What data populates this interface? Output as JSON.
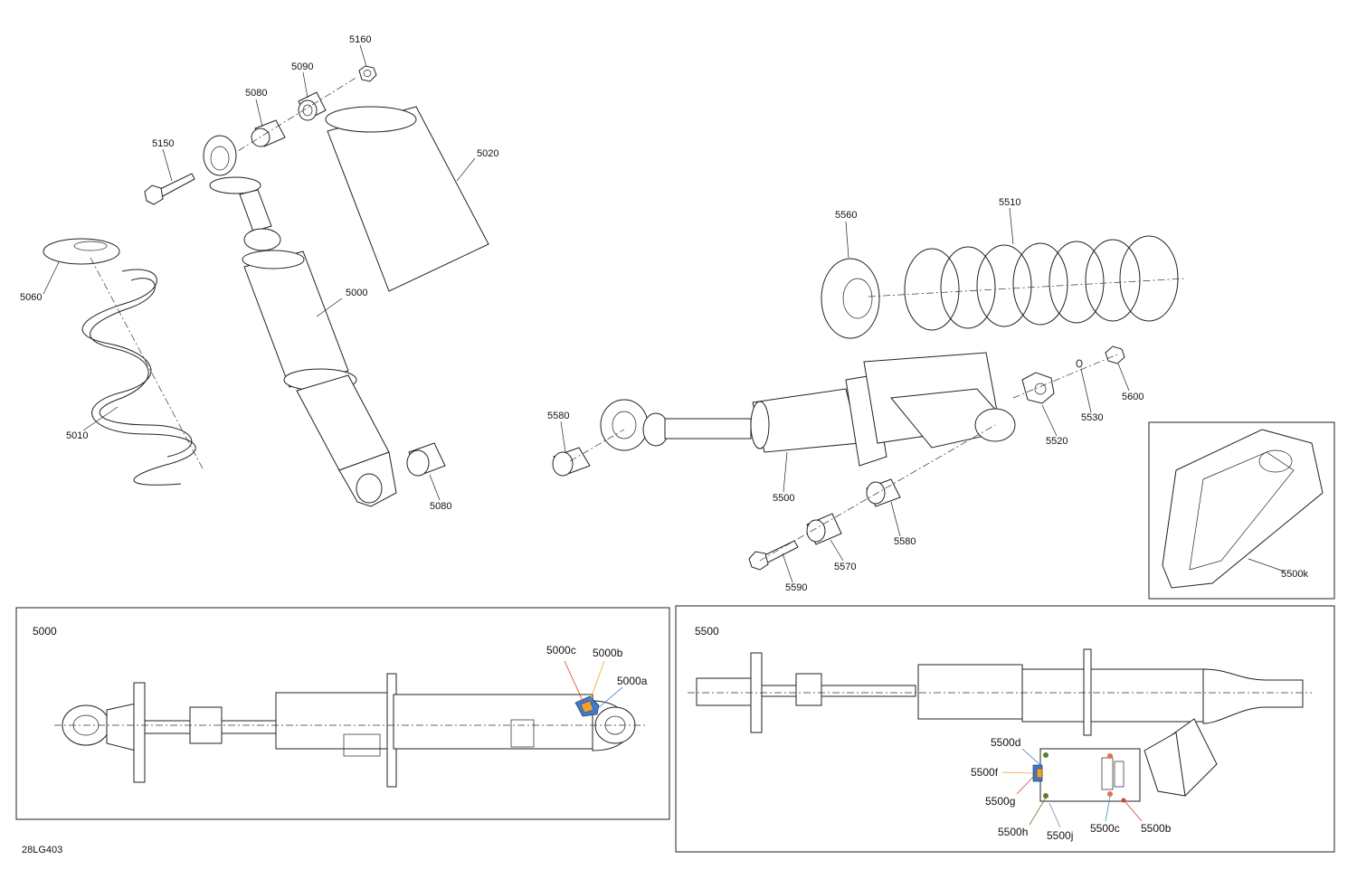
{
  "diagram_code": "28LG403",
  "inset_panels": [
    {
      "id": "5000",
      "title": "5000"
    },
    {
      "id": "5500",
      "title": "5500"
    }
  ],
  "callouts": {
    "p5160": "5160",
    "p5090": "5090",
    "p5080a": "5080",
    "p5150": "5150",
    "p5020": "5020",
    "p5060": "5060",
    "p5000": "5000",
    "p5010": "5010",
    "p5080b": "5080",
    "p5560": "5560",
    "p5510": "5510",
    "p5600": "5600",
    "p5530": "5530",
    "p5520": "5520",
    "p5580a": "5580",
    "p5500": "5500",
    "p5580b": "5580",
    "p5570": "5570",
    "p5590": "5590",
    "p5500k": "5500k",
    "p5000c": "5000c",
    "p5000b": "5000b",
    "p5000a": "5000a",
    "p5500d": "5500d",
    "p5500f": "5500f",
    "p5500g": "5500g",
    "p5500h": "5500h",
    "p5500j": "5500j",
    "p5500c": "5500c",
    "p5500b": "5500b"
  },
  "leader_colors": {
    "red": "#d6402b",
    "orange": "#f0a030",
    "blue": "#3a7bd5",
    "teal": "#2aa0a8"
  }
}
